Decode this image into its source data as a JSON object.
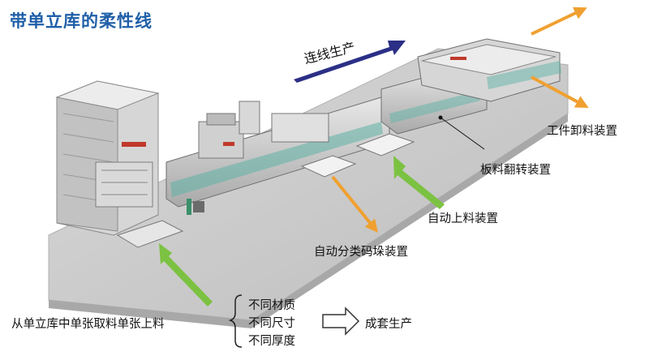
{
  "title": "带单立库的柔性线",
  "flow_direction_label": "连线生产",
  "labels": {
    "unloading": "工件卸料装置",
    "flipping": "板料翻转装置",
    "auto_loading": "自动上料装置",
    "sorting_stacking": "自动分类码垛装置",
    "tower_retrieval": "从单立库中单张取料单张上料"
  },
  "material_variants": [
    "不同材质",
    "不同尺寸",
    "不同厚度"
  ],
  "result_label": "成套生产",
  "colors": {
    "title": "#1f5fa8",
    "orange_arrow": "#f0a030",
    "green_arrow": "#7cc242",
    "flow_arrow": "#2b2f86",
    "machine_green": "#3a8f6a",
    "floor": "#cfcfcf"
  }
}
